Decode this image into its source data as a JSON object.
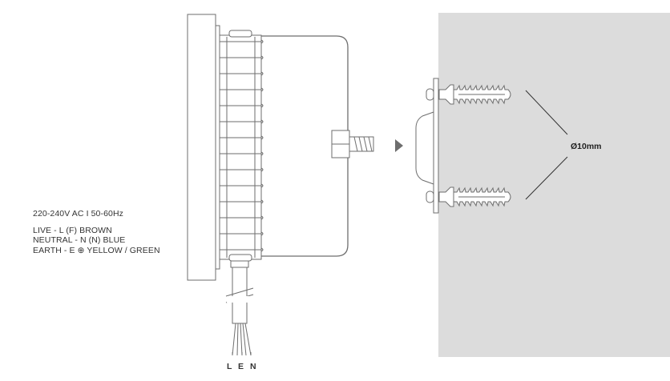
{
  "specs": {
    "voltage": "220-240V AC  I  50-60Hz",
    "live": "LIVE - L (F) BROWN",
    "neutral": "NEUTRAL - N (N) BLUE",
    "earth": "EARTH - E ⊕ YELLOW / GREEN"
  },
  "wires": {
    "live": "L",
    "earth": "E",
    "neutral": "N"
  },
  "hole_diameter": "Ø10mm",
  "colors": {
    "line": "#6e6e6e",
    "wall": "#dcdcdc",
    "text": "#333333"
  },
  "icons": {
    "arrow": "play-triangle-icon",
    "plug": "wall-plug-icon",
    "screw": "screw-icon"
  }
}
